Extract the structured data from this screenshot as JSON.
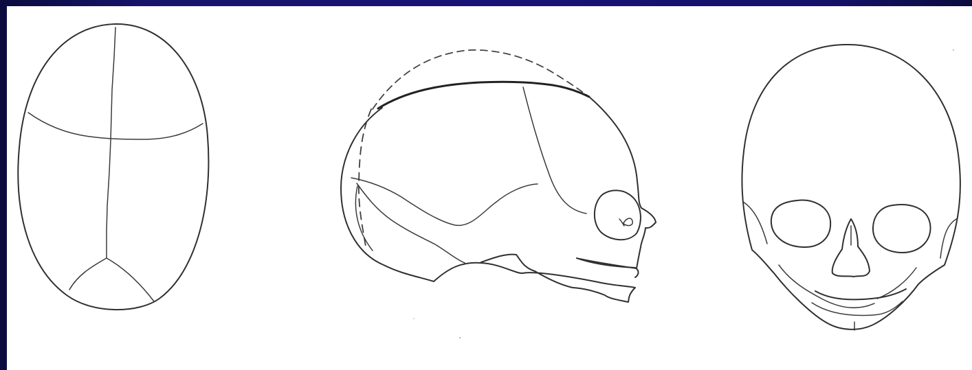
{
  "figure": {
    "views": [
      {
        "view": "top",
        "icon": "fetal-skull-top-icon"
      },
      {
        "view": "side",
        "icon": "fetal-skull-side-icon"
      },
      {
        "view": "front",
        "icon": "fetal-skull-front-icon"
      }
    ],
    "colors": {
      "slide_border": "#17146b",
      "slide_background": "#ffffff",
      "line_art": "#2f2f2f"
    }
  }
}
